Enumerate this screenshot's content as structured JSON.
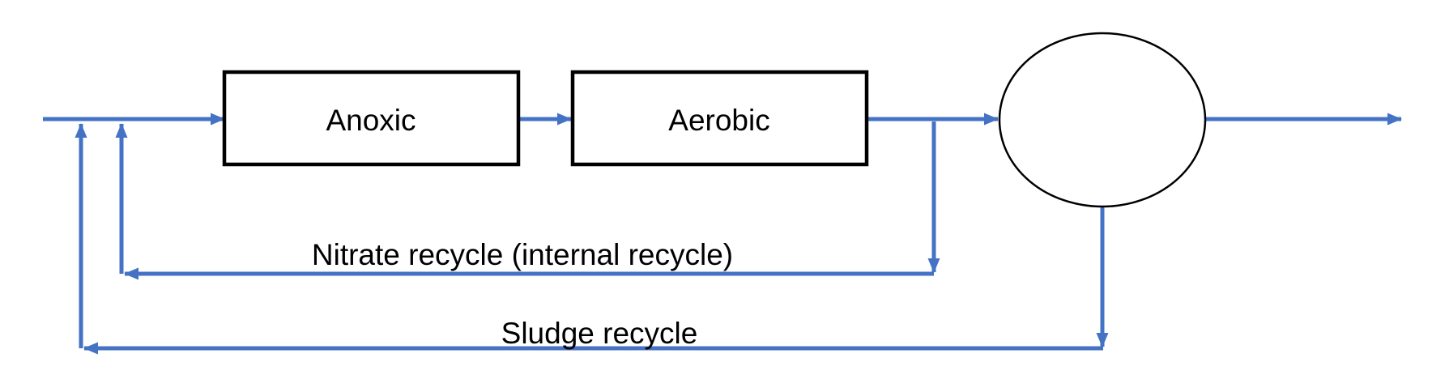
{
  "colors": {
    "connector": "#4472C4",
    "outline": "#000000",
    "background": "#FFFFFF",
    "text": "#000000"
  },
  "diagram": {
    "type": "process-flow-diagram",
    "nodes": [
      {
        "shape": "rectangle",
        "label": "Anoxic"
      },
      {
        "shape": "rectangle",
        "label": "Aerobic"
      },
      {
        "shape": "circle",
        "label": ""
      }
    ],
    "recycle_labels": {
      "nitrate": "Nitrate recycle (internal recycle)",
      "sludge": "Sludge recycle"
    },
    "flows": [
      {
        "from": "inlet",
        "to": "Anoxic"
      },
      {
        "from": "Anoxic",
        "to": "Aerobic"
      },
      {
        "from": "Aerobic",
        "to": "circle"
      },
      {
        "from": "circle",
        "to": "outlet"
      },
      {
        "from": "Aerobic outlet line",
        "to": "inlet line",
        "label": "Nitrate recycle (internal recycle)"
      },
      {
        "from": "circle bottom",
        "to": "inlet line",
        "label": "Sludge recycle"
      }
    ]
  }
}
